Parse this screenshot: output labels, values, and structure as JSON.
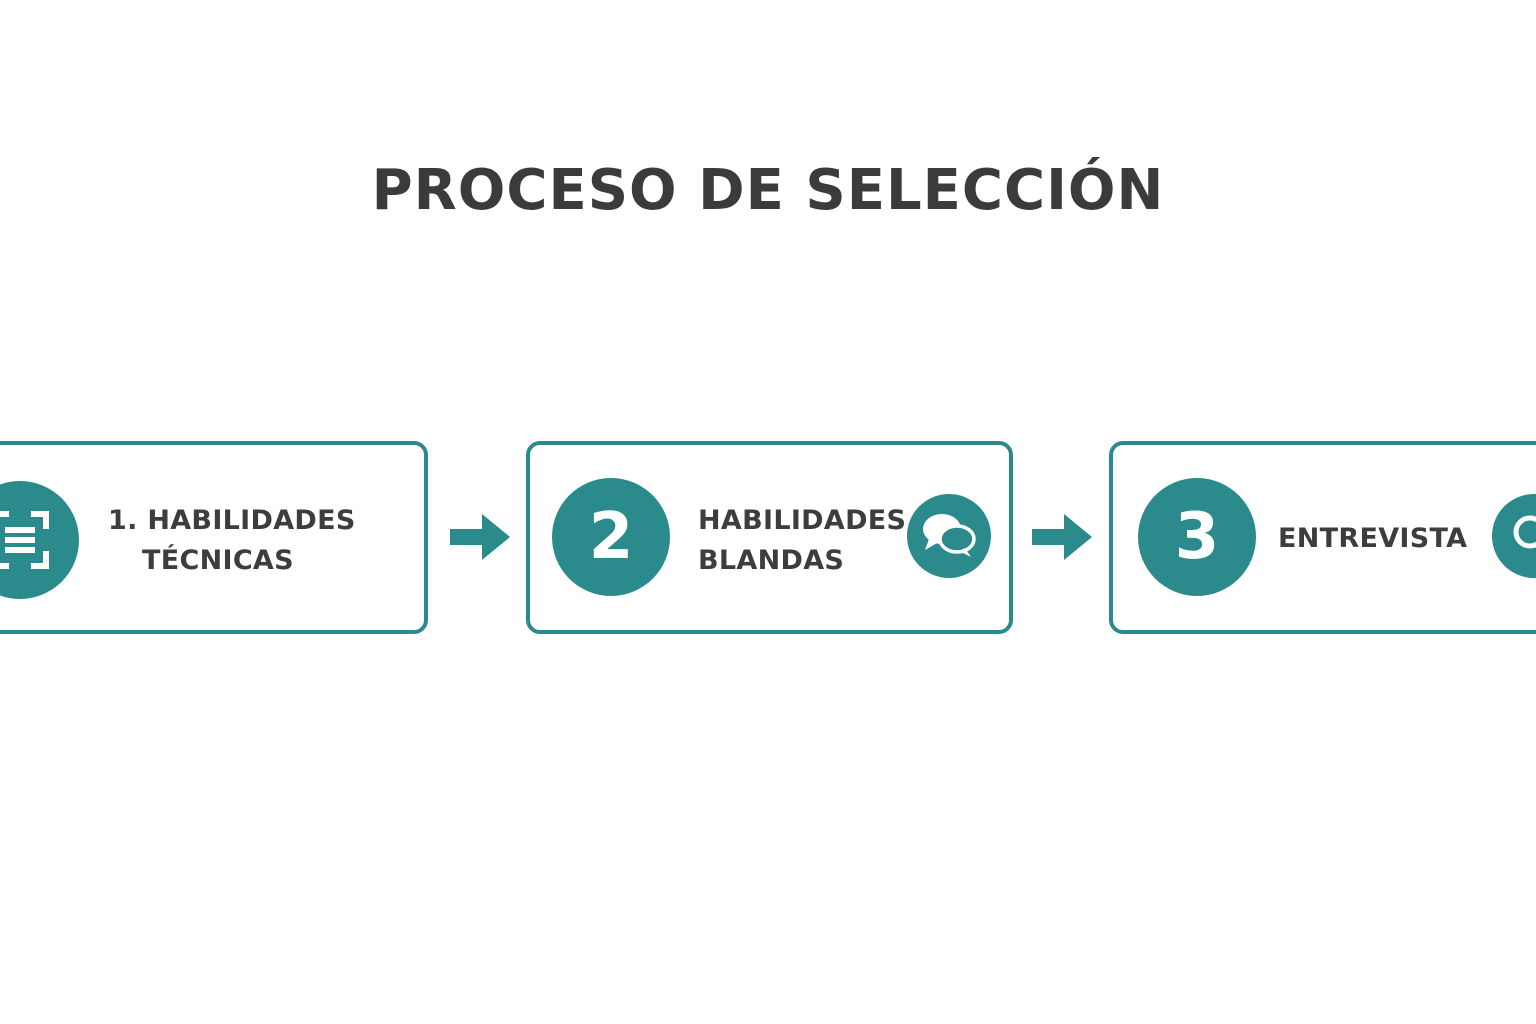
{
  "title": "PROCESO DE SELECCIÓN",
  "accent_color": "#2a8a8c",
  "steps": [
    {
      "icon": "document-scan-icon",
      "label_line1": "1. HABILIDADES",
      "label_line2": "TÉCNICAS"
    },
    {
      "number": "2",
      "label_line1": "HABILIDADES",
      "label_line2": "BLANDAS",
      "icon": "chat-bubbles-icon"
    },
    {
      "number": "3",
      "label_line1": "ENTREVISTA",
      "icon": "magnifier-icon"
    }
  ]
}
